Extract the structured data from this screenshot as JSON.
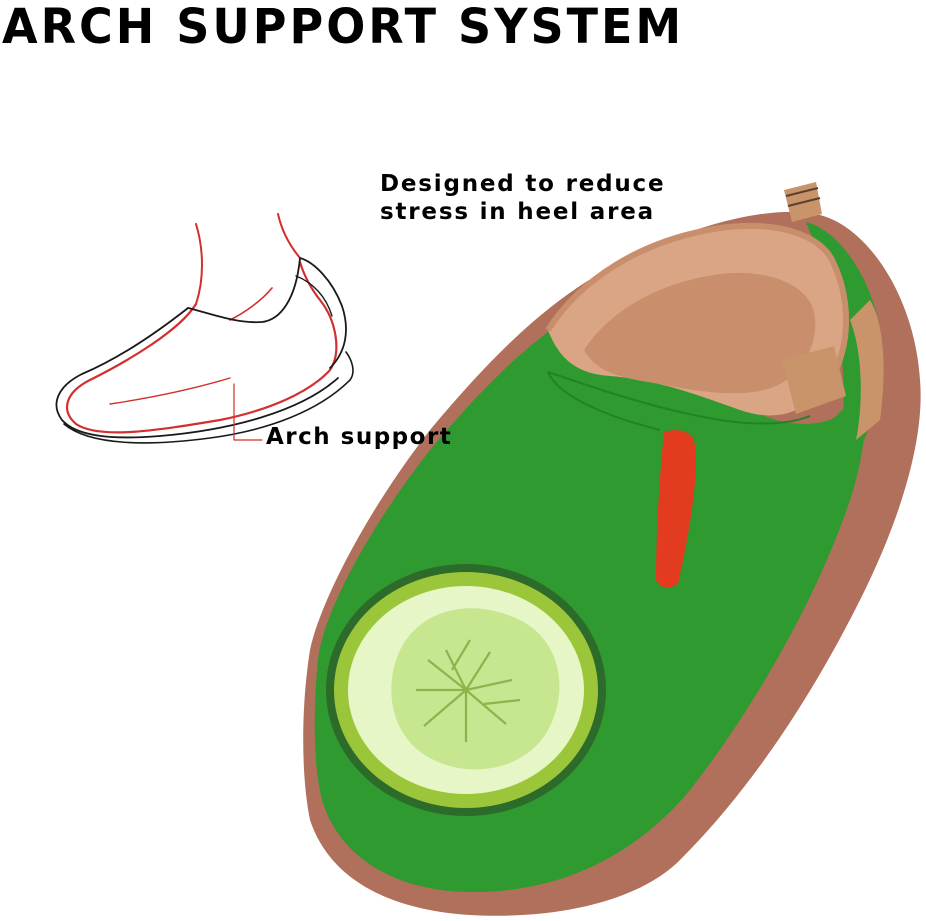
{
  "header": {
    "title": "ARCH SUPPORT SYSTEM"
  },
  "callouts": {
    "heel_line1": "Designed to reduce",
    "heel_line2": "stress in heel area",
    "arch": "Arch support"
  },
  "colors": {
    "upper_green": "#2e9a2f",
    "sole_brown": "#b0705c",
    "lining_tan": "#d9a585",
    "heel_tab_tan": "#c9946a",
    "elastic_red": "#e23b1f",
    "cucumber_rind": "#9cc63a",
    "cucumber_flesh": "#e6f6c6",
    "sketch_red": "#d32f2f",
    "sketch_line": "#1a1a1a"
  },
  "icons": {
    "foot_sketch": "foot-arch-sketch-icon",
    "shoe": "slip-on-shoe-illustration",
    "decoration": "cucumber-slice-icon"
  }
}
